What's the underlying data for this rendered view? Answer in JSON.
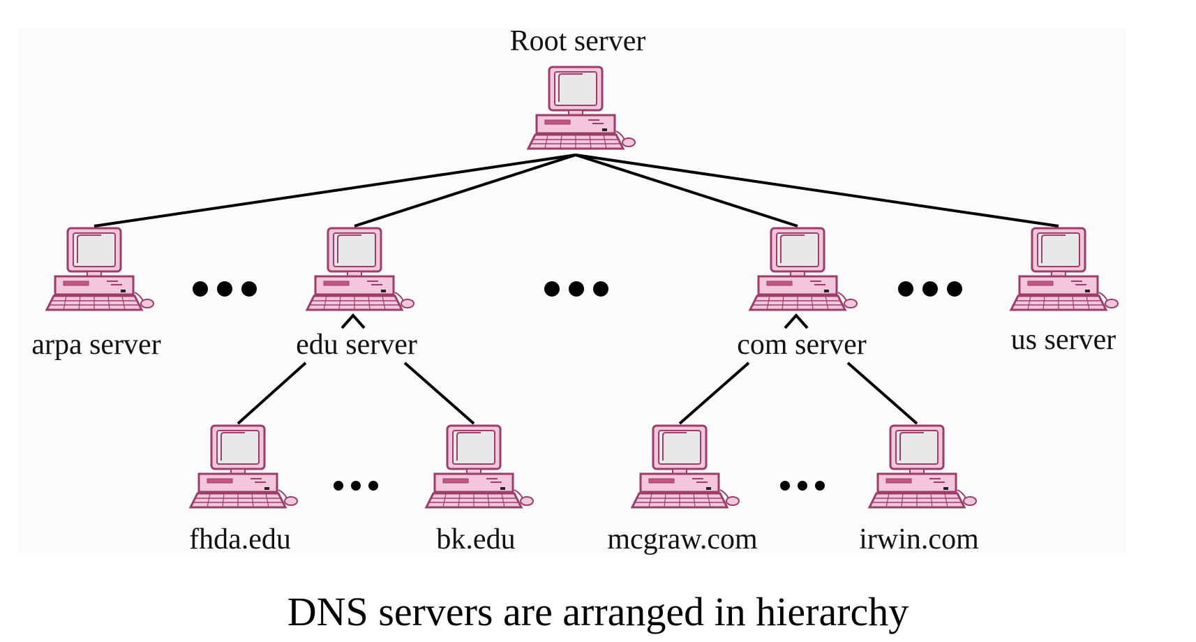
{
  "diagram": {
    "root": {
      "label": "Root server"
    },
    "tld_servers": [
      {
        "id": "arpa",
        "label": "arpa server"
      },
      {
        "id": "edu",
        "label": "edu server"
      },
      {
        "id": "com",
        "label": "com server"
      },
      {
        "id": "us",
        "label": "us server"
      }
    ],
    "domain_servers": [
      {
        "id": "fhda",
        "label": "fhda.edu",
        "parent": "edu"
      },
      {
        "id": "bk",
        "label": "bk.edu",
        "parent": "edu"
      },
      {
        "id": "mcgraw",
        "label": "mcgraw.com",
        "parent": "com"
      },
      {
        "id": "irwin",
        "label": "irwin.com",
        "parent": "com"
      }
    ],
    "caption": "DNS servers are arranged in hierarchy"
  },
  "colors": {
    "computer_fill": "#f4c6dc",
    "computer_stroke": "#9a3d69",
    "screen_fill": "#e8e8e8",
    "connector": "#000000",
    "panel": "#fbfbfb"
  },
  "icons": {
    "server": "desktop-computer-icon",
    "ellipsis": "ellipsis-dots-icon"
  }
}
